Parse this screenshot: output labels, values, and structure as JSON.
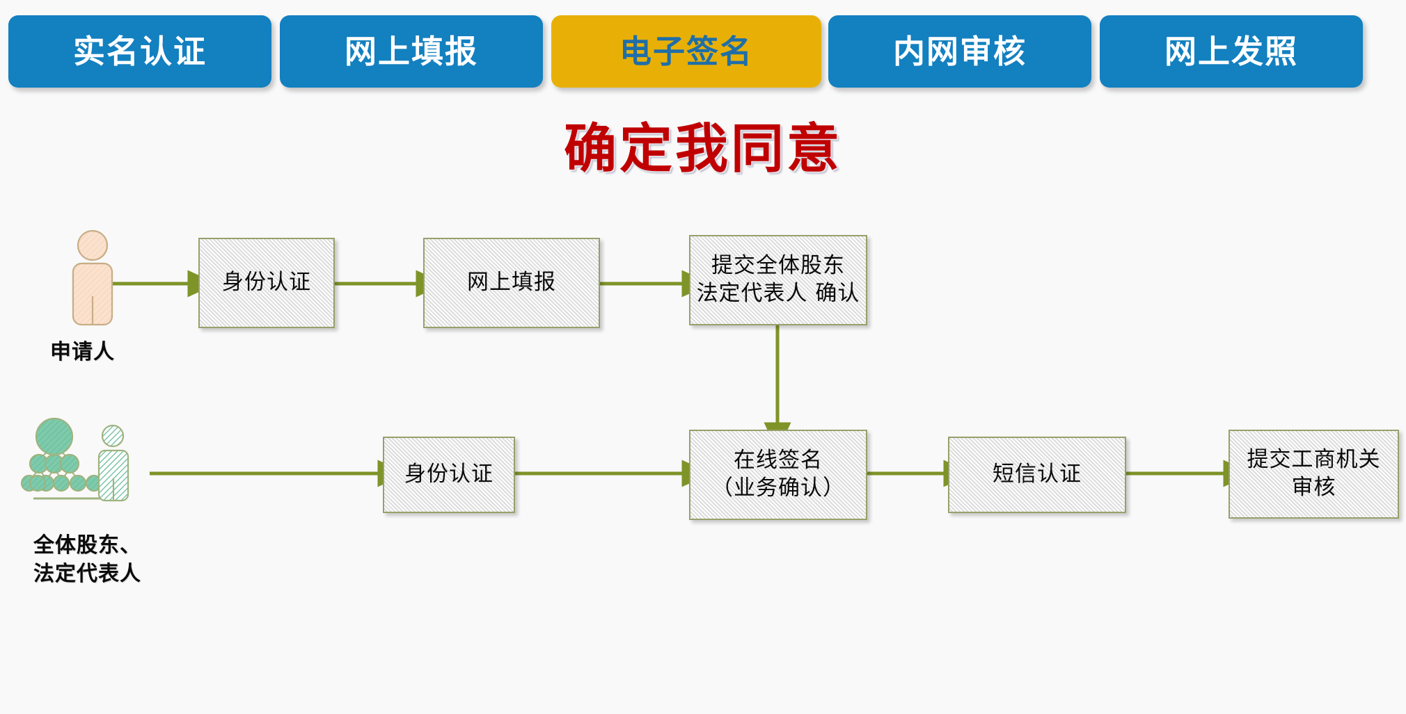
{
  "page": {
    "background_color": "#f9f9f9",
    "title": "确定我同意",
    "title_color": "#c00000"
  },
  "tabbar": {
    "active_index": 2,
    "inactive_bg": "#1380c0",
    "inactive_text": "#ffffff",
    "active_bg": "#e8b007",
    "active_text": "#1f6ea8",
    "tabs": [
      {
        "label": "实名认证",
        "state": "inactive"
      },
      {
        "label": "网上填报",
        "state": "inactive"
      },
      {
        "label": "电子签名",
        "state": "active"
      },
      {
        "label": "内网审核",
        "state": "inactive"
      },
      {
        "label": "网上发照",
        "state": "inactive"
      }
    ]
  },
  "diagram": {
    "connector_color": "#7e9428",
    "box_border_color": "#97a06a",
    "box_fill_color": "#f2f2f2",
    "rows": [
      {
        "actor": {
          "name": "applicant",
          "label": "申请人",
          "icon": "person-icon",
          "icon_fill": "#fbe2cf",
          "icon_stroke": "#c8ad86"
        },
        "steps": [
          {
            "label": "身份认证"
          },
          {
            "label": "网上填报"
          },
          {
            "label": "提交全体股东\n法定代表人 确认"
          }
        ]
      },
      {
        "actor": {
          "name": "shareholders-and-legal-rep",
          "label": "全体股东、\n法定代表人",
          "icon": "org-hierarchy-icon",
          "icon_fill": "#7ecbac",
          "icon_stroke": "#9fb37f"
        },
        "steps": [
          {
            "label": "身份认证"
          },
          {
            "label": "在线签名\n（业务确认）"
          },
          {
            "label": "短信认证"
          },
          {
            "label": "提交工商机关\n审核"
          }
        ]
      }
    ],
    "cross_row_connector": {
      "from": "提交全体股东\n法定代表人 确认",
      "to": "在线签名\n（业务确认）",
      "direction": "down"
    }
  }
}
